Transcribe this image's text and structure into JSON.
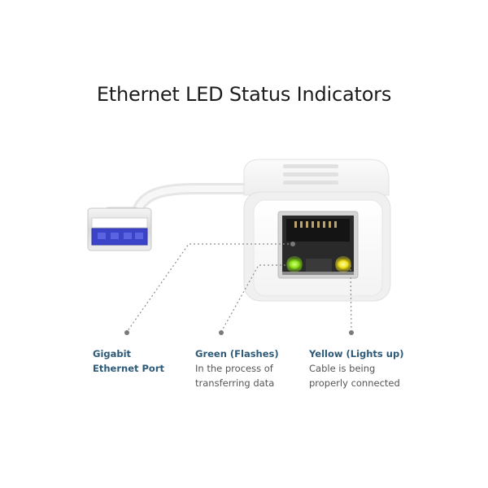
{
  "title": "Ethernet LED Status Indicators",
  "labels": {
    "gigabit": {
      "line1": "Gigabit",
      "line2": "Ethernet Port"
    },
    "green": {
      "heading": "Green (Flashes)",
      "desc1": "In the process of",
      "desc2": "transferring data"
    },
    "yellow": {
      "heading": "Yellow (Lights up)",
      "desc1": "Cable is being",
      "desc2": "properly connected"
    }
  },
  "colors": {
    "heading": "#2e5a78",
    "green_led": "#8be21a",
    "yellow_led": "#f2e21c",
    "usb_blue": "#3b44c9"
  },
  "icons": [
    "usb-connector-icon",
    "ethernet-port-icon",
    "green-led-icon",
    "yellow-led-icon"
  ]
}
